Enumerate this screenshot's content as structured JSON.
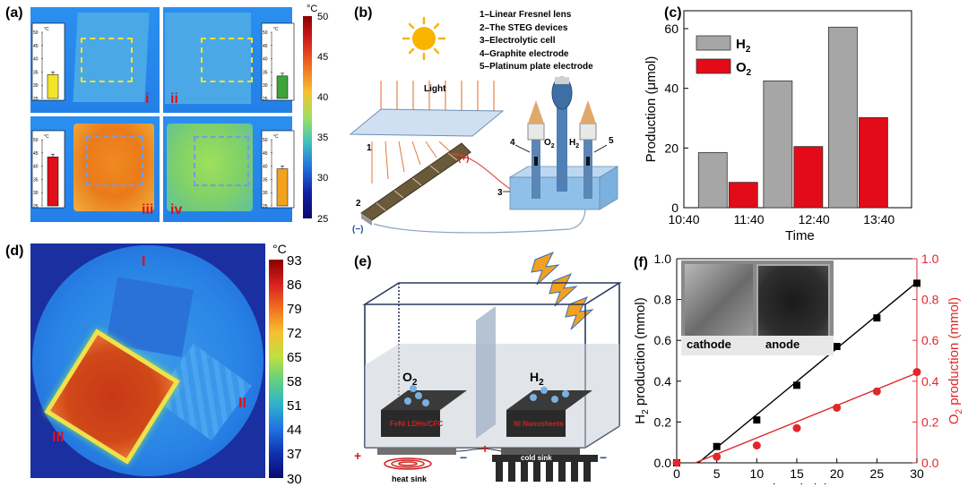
{
  "panels": {
    "a": {
      "label": "(a)",
      "unit": "°C",
      "colorbar_ticks": [
        "50",
        "45",
        "40",
        "35",
        "30",
        "25"
      ],
      "inset_unit": "°C",
      "inset_ticks": [
        "50",
        "45",
        "40",
        "35",
        "30",
        "25"
      ],
      "quadrants": [
        {
          "roman": "i",
          "bar_value": 34,
          "bar_color": "#f2e52a"
        },
        {
          "roman": "ii",
          "bar_value": 33.5,
          "bar_color": "#3fa33a"
        },
        {
          "roman": "iii",
          "bar_value": 43.5,
          "bar_color": "#e01018"
        },
        {
          "roman": "iv",
          "bar_value": 39,
          "bar_color": "#f2a21e"
        }
      ]
    },
    "b": {
      "label": "(b)",
      "legend": [
        "1–Linear Fresnel lens",
        "2–The STEG devices",
        "3–Electrolytic cell",
        "4–Graphite electrode",
        "5–Platinum plate electrode"
      ],
      "light_label": "Light",
      "o2": "O",
      "h2": "H",
      "sub2": "2",
      "plus": "(+)",
      "minus": "(−)",
      "n1": "1",
      "n2": "2",
      "n3": "3",
      "n4": "4",
      "n5": "5"
    },
    "c": {
      "label": "(c)"
    },
    "d": {
      "label": "(d)",
      "unit": "°C",
      "colorbar_ticks": [
        "93",
        "86",
        "79",
        "72",
        "65",
        "58",
        "51",
        "44",
        "37",
        "30"
      ],
      "regions": [
        "I",
        "II",
        "III"
      ]
    },
    "e": {
      "label": "(e)",
      "o2": "O",
      "h2": "H",
      "sub2": "2",
      "left_electrode": "FeNi LDHs/CFC",
      "right_electrode": "Ni Nanosheets",
      "heat_sink": "heat sink",
      "cold_sink": "cold sink",
      "plus": "+",
      "minus": "−"
    },
    "f": {
      "label": "(f)",
      "photo_labels": [
        "cathode",
        "anode"
      ]
    }
  },
  "chart_data": [
    {
      "type": "bar",
      "panel": "c",
      "categories": [
        "10:40",
        "11:40",
        "12:40",
        "13:40"
      ],
      "series": [
        {
          "name": "H2",
          "color": "#a6a6a6",
          "values": [
            0,
            18.5,
            42.5,
            60.5
          ]
        },
        {
          "name": "O2",
          "color": "#e30b17",
          "values": [
            0,
            8.5,
            20.5,
            30.2
          ]
        }
      ],
      "legend": [
        "H2",
        "O2"
      ],
      "legend_placement": "top-left",
      "xlabel": "Time",
      "ylabel": "Production (μmol)",
      "ylim": [
        0,
        66
      ],
      "yticks": [
        "0",
        "20",
        "40",
        "60"
      ]
    },
    {
      "type": "scatter",
      "panel": "f",
      "x": [
        0,
        5,
        10,
        15,
        20,
        25,
        30
      ],
      "series": [
        {
          "name": "H2",
          "color": "#000000",
          "axis": "left",
          "values": [
            0,
            0.08,
            0.21,
            0.38,
            0.57,
            0.71,
            0.88
          ],
          "fit": [
            [
              2.7,
              0
            ],
            [
              30,
              0.885
            ]
          ]
        },
        {
          "name": "O2",
          "color": "#e3262b",
          "axis": "right",
          "values": [
            0,
            0.03,
            0.085,
            0.17,
            0.27,
            0.35,
            0.445
          ],
          "fit": [
            [
              2.3,
              0
            ],
            [
              30,
              0.44
            ]
          ]
        }
      ],
      "xlabel": "Time (min)",
      "ylabel_left": "H2 production (mmol)",
      "ylabel_right": "O2 production (mmol)",
      "xlim": [
        0,
        30
      ],
      "ylim": [
        0,
        1.0
      ],
      "xticks": [
        "0",
        "5",
        "10",
        "15",
        "20",
        "25",
        "30"
      ],
      "yticks_left": [
        "0.0",
        "0.2",
        "0.4",
        "0.6",
        "0.8",
        "1.0"
      ],
      "yticks_right": [
        "0.0",
        "0.2",
        "0.4",
        "0.6",
        "0.8",
        "1.0"
      ]
    }
  ]
}
